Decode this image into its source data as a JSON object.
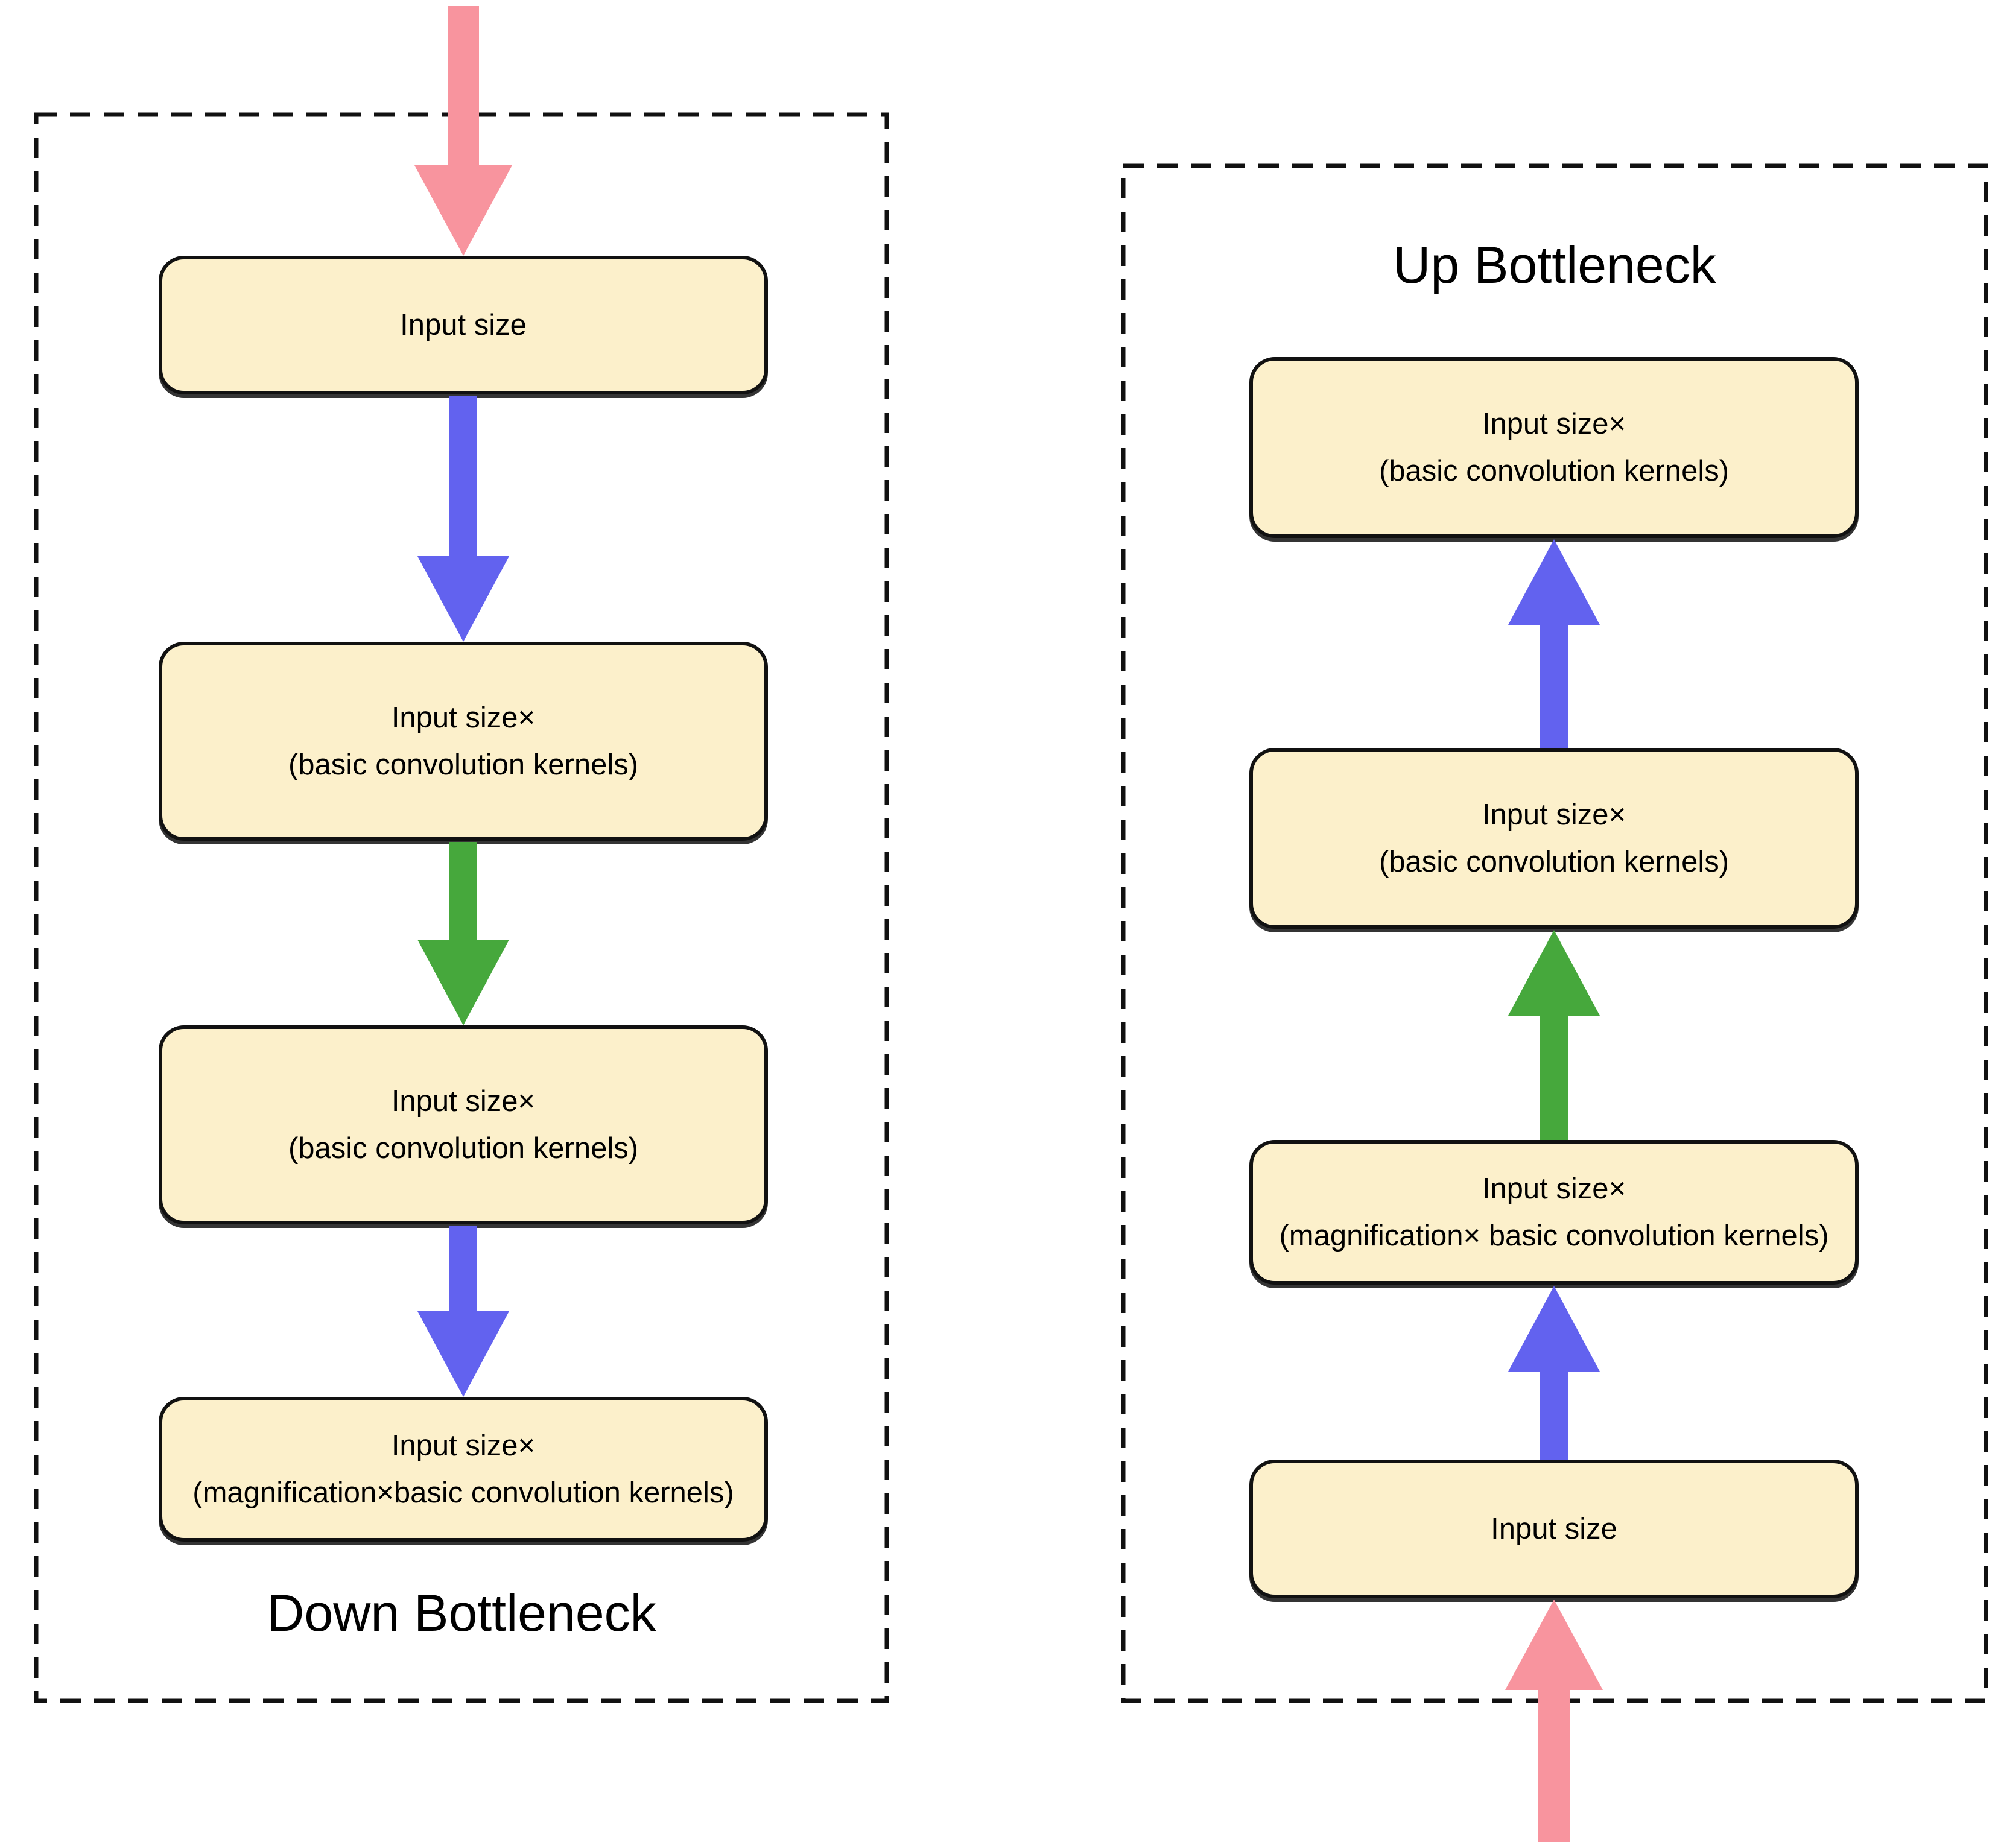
{
  "colors": {
    "pink": "#F8949E",
    "blue": "#6262EF",
    "green": "#46A83C",
    "box_fill": "#FCF0CB",
    "box_border": "#111111",
    "outline": "#111111",
    "text": "#000000"
  },
  "left_panel": {
    "label": "Down Bottleneck",
    "boxes": [
      {
        "line1": "Input size",
        "line2": ""
      },
      {
        "line1": "Input size×",
        "line2": "(basic convolution kernels)"
      },
      {
        "line1": "Input size×",
        "line2": "(basic convolution kernels)"
      },
      {
        "line1": "Input size×",
        "line2": "(magnification×basic convolution kernels)"
      }
    ],
    "arrows": [
      {
        "name": "input-arrow",
        "color": "pink",
        "direction": "down"
      },
      {
        "name": "downsample-arrow-1",
        "color": "blue",
        "direction": "down"
      },
      {
        "name": "downsample-arrow-2",
        "color": "green",
        "direction": "down"
      },
      {
        "name": "downsample-arrow-3",
        "color": "blue",
        "direction": "down"
      }
    ]
  },
  "right_panel": {
    "label": "Up Bottleneck",
    "boxes": [
      {
        "line1": "Input size×",
        "line2": "(basic convolution kernels)"
      },
      {
        "line1": "Input size×",
        "line2": "(basic convolution kernels)"
      },
      {
        "line1": "Input size×",
        "line2": "(magnification× basic convolution kernels)"
      },
      {
        "line1": "Input size",
        "line2": ""
      }
    ],
    "arrows": [
      {
        "name": "upsample-arrow-1",
        "color": "blue",
        "direction": "up"
      },
      {
        "name": "upsample-arrow-2",
        "color": "green",
        "direction": "up"
      },
      {
        "name": "upsample-arrow-3",
        "color": "blue",
        "direction": "up"
      },
      {
        "name": "input-arrow",
        "color": "pink",
        "direction": "up"
      }
    ]
  }
}
